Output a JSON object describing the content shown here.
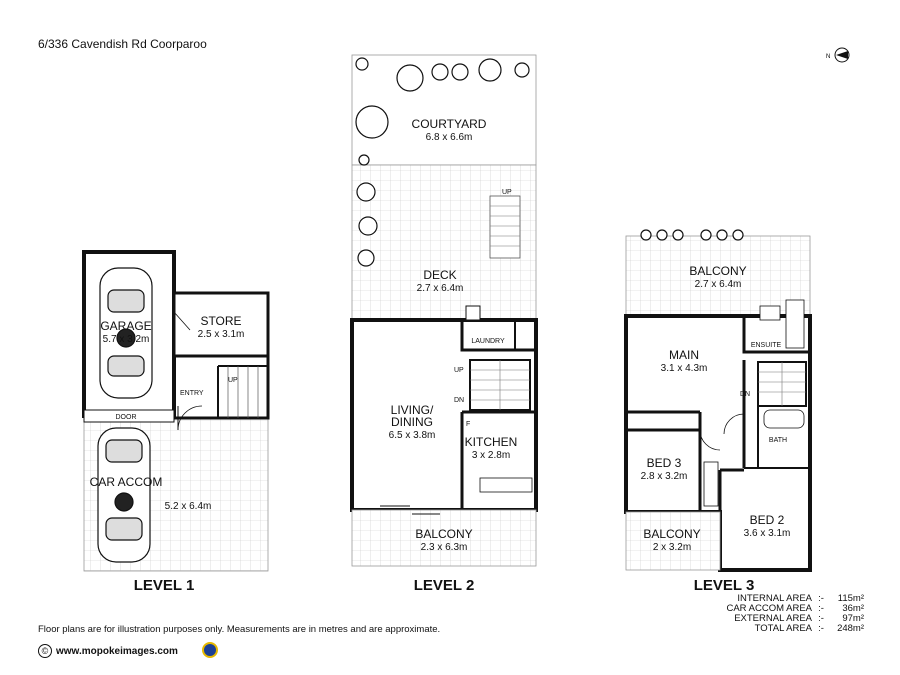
{
  "address": "6/336 Cavendish Rd Coorparoo",
  "north_label": "N",
  "levels": {
    "l1": "LEVEL 1",
    "l2": "LEVEL 2",
    "l3": "LEVEL 3"
  },
  "rooms": {
    "garage": {
      "name": "GARAGE",
      "dim": "5.7 x 3.2m"
    },
    "store": {
      "name": "STORE",
      "dim": "2.5 x 3.1m"
    },
    "entry": {
      "name": "ENTRY"
    },
    "door": {
      "name": "DOOR"
    },
    "car_accom": {
      "name": "CAR ACCOM",
      "dim": "5.2 x 6.4m"
    },
    "courtyard": {
      "name": "COURTYARD",
      "dim": "6.8 x 6.6m"
    },
    "deck": {
      "name": "DECK",
      "dim": "2.7 x 6.4m"
    },
    "laundry": {
      "name": "LAUNDRY"
    },
    "living_line1": "LIVING/",
    "living_line2": "DINING",
    "living_dim": "6.5 x 3.8m",
    "kitchen": {
      "name": "KITCHEN",
      "dim": "3 x 2.8m"
    },
    "fridge": "F",
    "balcony_l2": {
      "name": "BALCONY",
      "dim": "2.3 x 6.3m"
    },
    "balcony_l3_top": {
      "name": "BALCONY",
      "dim": "2.7 x 6.4m"
    },
    "main": {
      "name": "MAIN",
      "dim": "3.1 x 4.3m"
    },
    "ensuite": {
      "name": "ENSUITE"
    },
    "bath": {
      "name": "BATH"
    },
    "bed3": {
      "name": "BED 3",
      "dim": "2.8 x 3.2m"
    },
    "bed2": {
      "name": "BED 2",
      "dim": "3.6 x 3.1m"
    },
    "balcony_l3_bottom": {
      "name": "BALCONY",
      "dim": "2 x 3.2m"
    }
  },
  "stair_labels": {
    "up": "UP",
    "dn": "DN"
  },
  "areas": [
    {
      "label": "INTERNAL AREA",
      "sep": ":-",
      "value": "115m²"
    },
    {
      "label": "CAR ACCOM AREA",
      "sep": ":-",
      "value": "36m²"
    },
    {
      "label": "EXTERNAL AREA",
      "sep": ":-",
      "value": "97m²"
    },
    {
      "label": "TOTAL AREA",
      "sep": ":-",
      "value": "248m²"
    }
  ],
  "disclaimer": "Floor plans are for illustration purposes only. Measurements are in metres and are approximate.",
  "website": "www.mopokeimages.com",
  "copyright_symbol": "©"
}
